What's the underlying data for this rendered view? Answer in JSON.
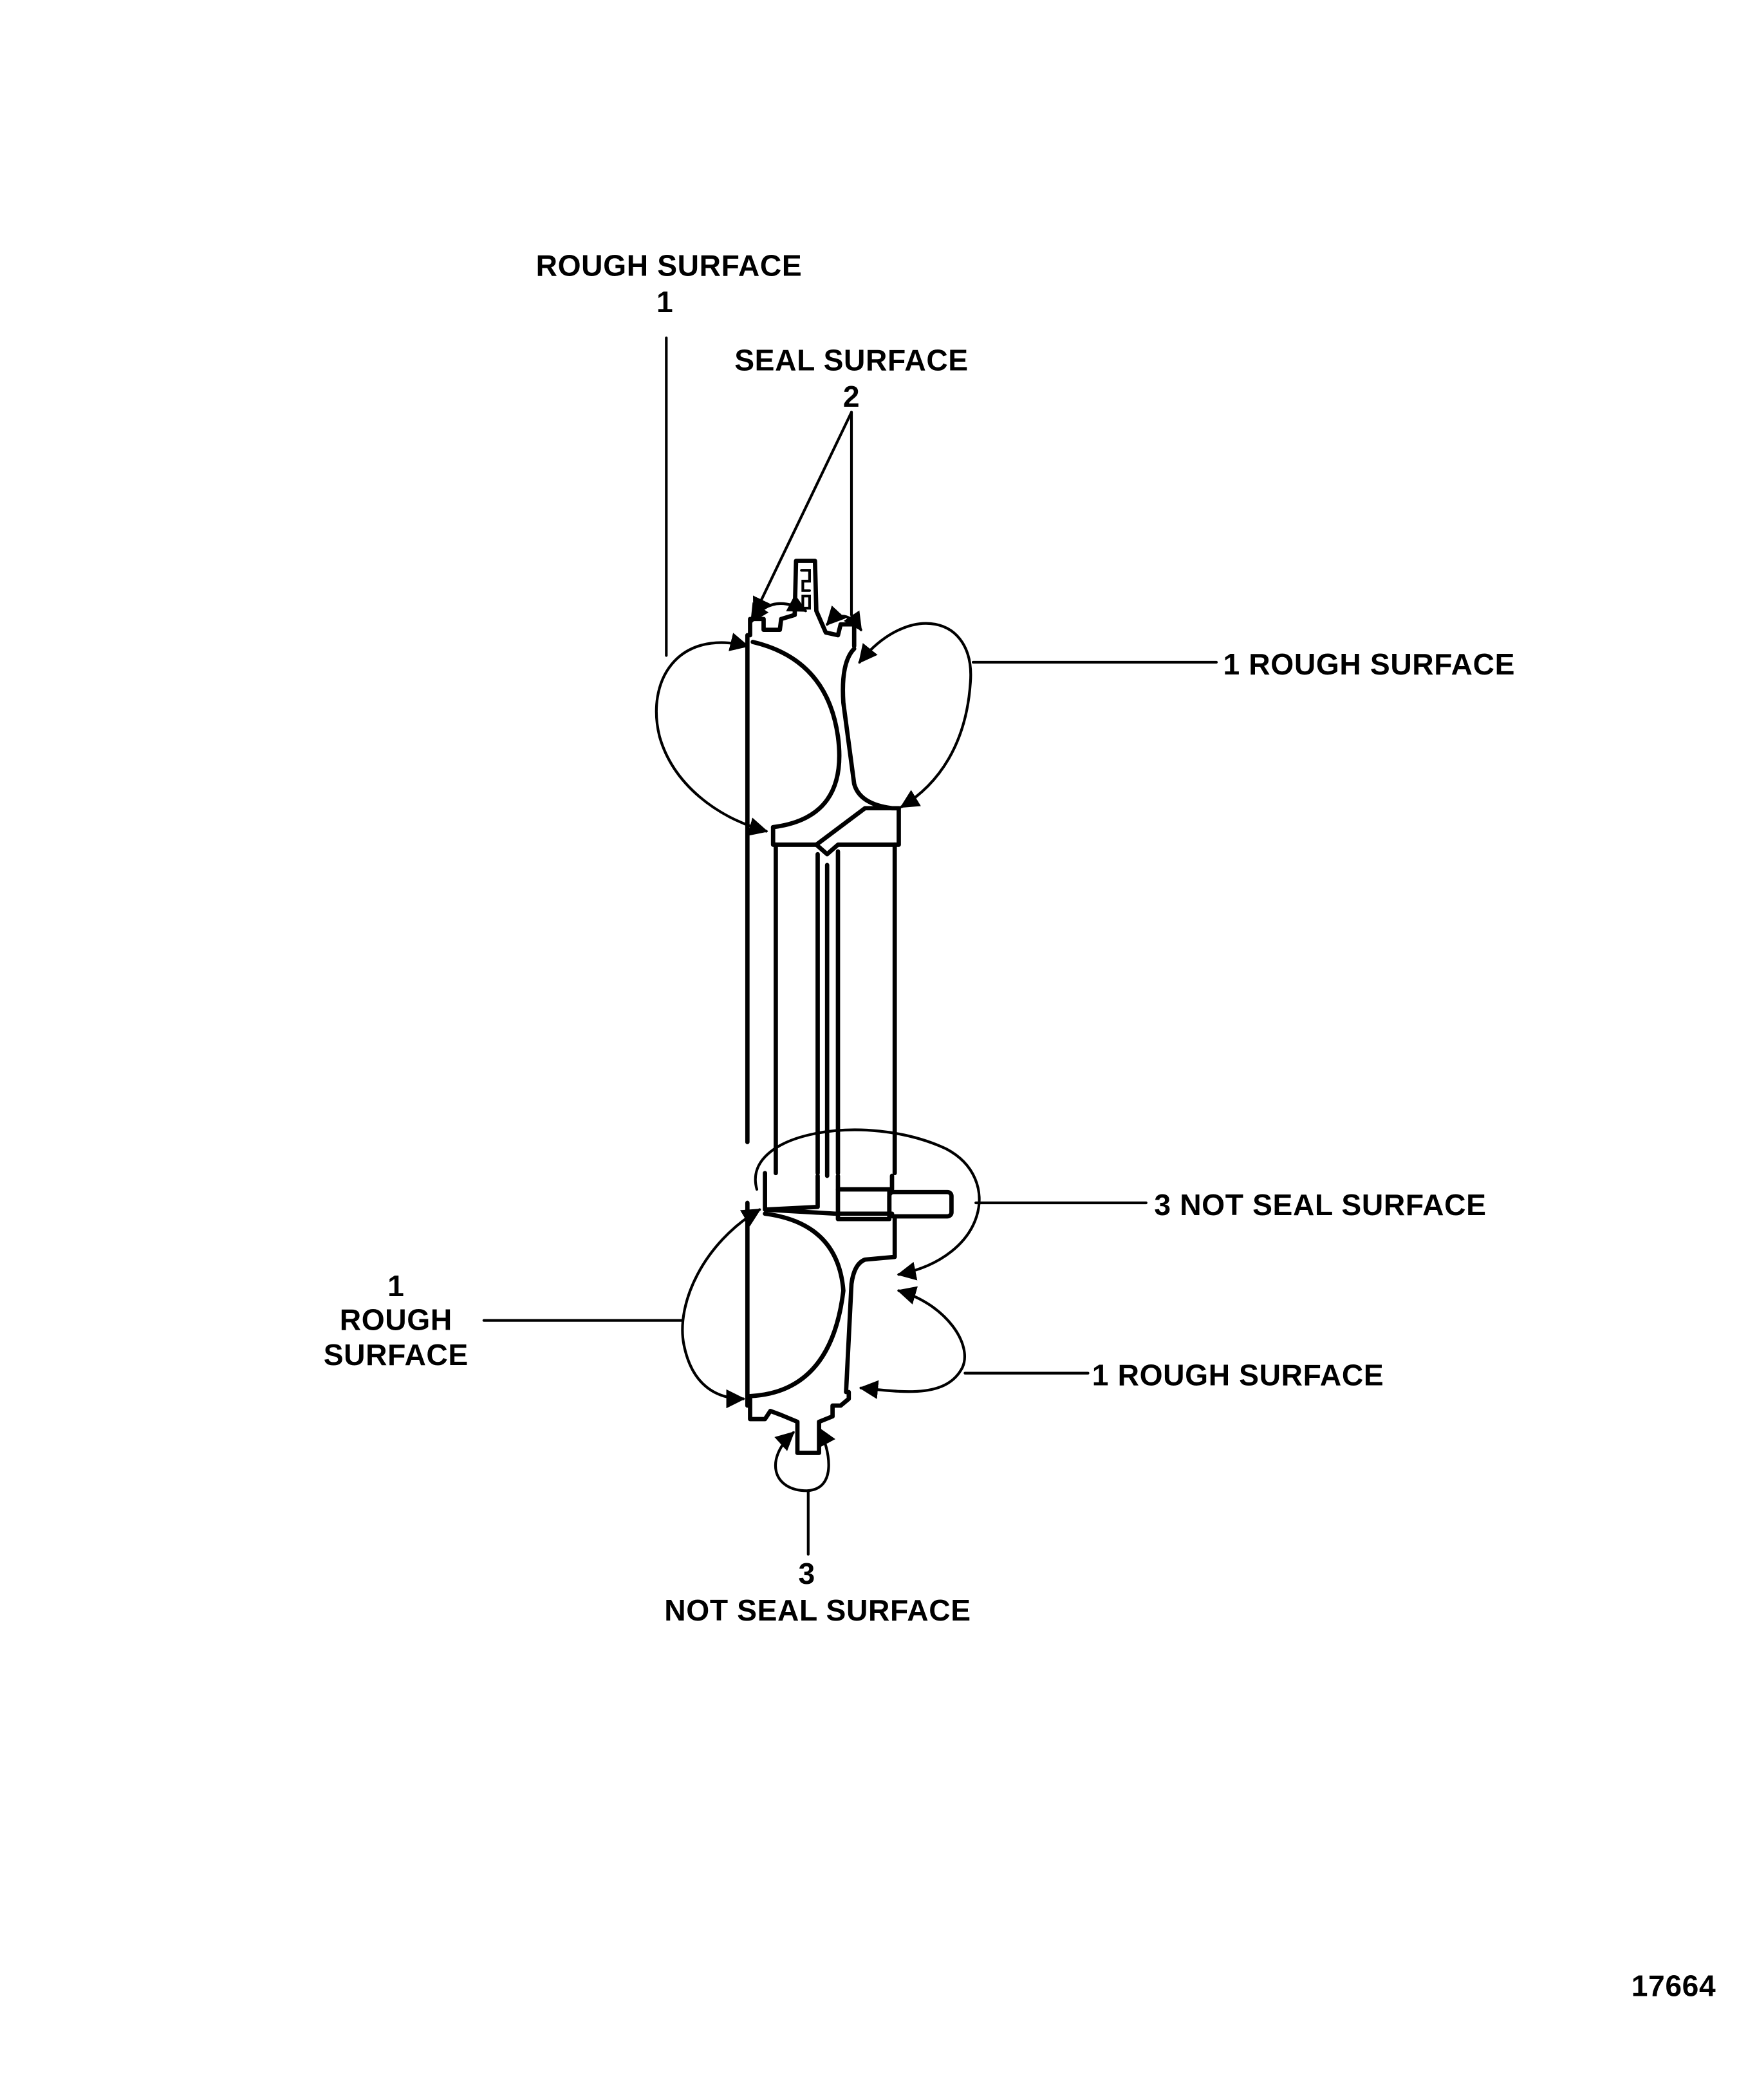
{
  "labels": {
    "top_rough_title": "ROUGH SURFACE",
    "top_rough_num": "1",
    "seal_title": "SEAL SURFACE",
    "seal_num": "2",
    "right_upper_rough": "1 ROUGH SURFACE",
    "right_not_seal": "3 NOT SEAL SURFACE",
    "left_rough_num": "1",
    "left_rough_line1": "ROUGH",
    "left_rough_line2": "SURFACE",
    "right_lower_rough": "1 ROUGH SURFACE",
    "bottom_not_seal_num": "3",
    "bottom_not_seal_title": "NOT SEAL SURFACE"
  },
  "figure_number": "17664",
  "colors": {
    "ink": "#000000",
    "paper": "#ffffff"
  }
}
